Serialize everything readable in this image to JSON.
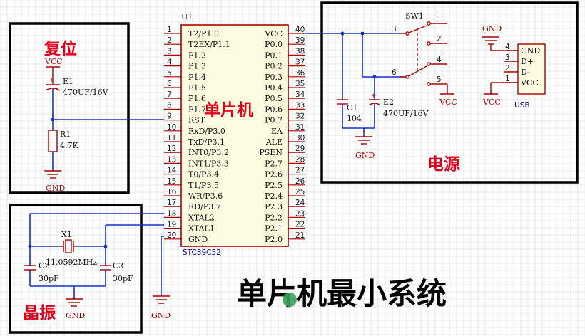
{
  "diagram": {
    "title": "单片机最小系统",
    "mcu": {
      "ref": "U1",
      "part": "STC89C52",
      "center_label": "单片机",
      "left_pins": [
        {
          "num": "1",
          "name": "T2/P1.0"
        },
        {
          "num": "2",
          "name": "T2EX/P1.1"
        },
        {
          "num": "3",
          "name": "P1.2"
        },
        {
          "num": "4",
          "name": "P1.3"
        },
        {
          "num": "5",
          "name": "P1.4"
        },
        {
          "num": "6",
          "name": "P1.5"
        },
        {
          "num": "7",
          "name": "P1.6"
        },
        {
          "num": "8",
          "name": "P1.7"
        },
        {
          "num": "9",
          "name": "RST"
        },
        {
          "num": "10",
          "name": "RxD/P3.0"
        },
        {
          "num": "11",
          "name": "TxD/P3.1"
        },
        {
          "num": "12",
          "name": "INT0/P3.2"
        },
        {
          "num": "13",
          "name": "INT1/P3.3"
        },
        {
          "num": "14",
          "name": "T0/P3.4"
        },
        {
          "num": "15",
          "name": "T1/P3.5"
        },
        {
          "num": "16",
          "name": "WR/P3.6"
        },
        {
          "num": "17",
          "name": "RD/P3.7"
        },
        {
          "num": "18",
          "name": "XTAL2"
        },
        {
          "num": "19",
          "name": "XTAL1"
        },
        {
          "num": "20",
          "name": "GND"
        }
      ],
      "right_pins": [
        {
          "num": "40",
          "name": "VCC"
        },
        {
          "num": "39",
          "name": "P0.0"
        },
        {
          "num": "38",
          "name": "P0.1"
        },
        {
          "num": "37",
          "name": "P0.2"
        },
        {
          "num": "36",
          "name": "P0.3"
        },
        {
          "num": "35",
          "name": "P0.4"
        },
        {
          "num": "34",
          "name": "P0.5"
        },
        {
          "num": "33",
          "name": "P0.6"
        },
        {
          "num": "32",
          "name": "P0.7"
        },
        {
          "num": "31",
          "name": "EA"
        },
        {
          "num": "30",
          "name": "ALE"
        },
        {
          "num": "29",
          "name": "PSEN"
        },
        {
          "num": "28",
          "name": "P2.7"
        },
        {
          "num": "27",
          "name": "P2.6"
        },
        {
          "num": "26",
          "name": "P2.5"
        },
        {
          "num": "25",
          "name": "P2.4"
        },
        {
          "num": "24",
          "name": "P2.3"
        },
        {
          "num": "23",
          "name": "P2.2"
        },
        {
          "num": "22",
          "name": "P2.1"
        },
        {
          "num": "21",
          "name": "P2.0"
        }
      ]
    },
    "reset": {
      "title": "复位",
      "vcc": "VCC",
      "cap_ref": "E1",
      "cap_value": "470UF/16V",
      "res_ref": "R1",
      "res_value": "4.7K",
      "gnd": "GND",
      "plus": "+"
    },
    "crystal": {
      "title": "晶振",
      "x_ref": "X1",
      "x_value": "11.0592MHz",
      "c2_ref": "C2",
      "c2_value": "30pF",
      "c3_ref": "C3",
      "c3_value": "30pF",
      "gnd": "GND",
      "gnd2": "GND"
    },
    "power": {
      "title": "电源",
      "sw_ref": "SW1",
      "sw_pins": [
        "1",
        "2",
        "3",
        "4",
        "5",
        "6"
      ],
      "c1_ref": "C1",
      "c1_value": "104",
      "e2_ref": "E2",
      "e2_value": "470UF/16V",
      "plus": "+",
      "gnd": "GND",
      "vcc_sw": "VCC",
      "usb": {
        "label": "USB",
        "top_gnd": "GND",
        "bottom_vcc": "VCC",
        "pins": [
          {
            "num": "4",
            "name": "GND"
          },
          {
            "num": "3",
            "name": "D+"
          },
          {
            "num": "2",
            "name": "D-"
          },
          {
            "num": "1",
            "name": "VCC"
          }
        ]
      }
    }
  }
}
